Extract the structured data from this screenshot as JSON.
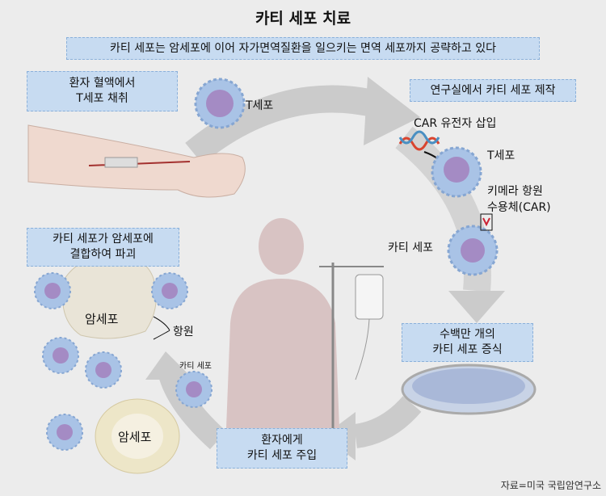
{
  "title": "카티 세포 치료",
  "subtitle": "카티 세포는 암세포에 이어 자가면역질환을 일으키는 면역 세포까지 공략하고 있다",
  "steps": {
    "collect": {
      "line1": "환자 혈액에서",
      "line2": "T세포 채취"
    },
    "lab": "연구실에서 카티 세포 제작",
    "expand": {
      "line1": "수백만 개의",
      "line2": "카티 세포 증식"
    },
    "infuse": {
      "line1": "환자에게",
      "line2": "카티 세포 주입"
    },
    "attack": {
      "line1": "카티 세포가 암세포에",
      "line2": "결합하여 파괴"
    }
  },
  "labels": {
    "t_cell": "T세포",
    "car_gene": "CAR 유전자 삽입",
    "t_cell2": "T세포",
    "car_receptor_1": "키메라 항원",
    "car_receptor_2": "수용체(CAR)",
    "car_t_cell": "카티 세포",
    "cancer_cell": "암세포",
    "antigen": "항원",
    "car_t_small": "카티 세포",
    "cancer_cell2": "암세포"
  },
  "source": "자료=미국 국립암연구소",
  "colors": {
    "box": "#c7dbf1",
    "arrow": "#c9c9c9",
    "cell": "#a9c3e6",
    "nucleus": "#a48bc4",
    "patient": "#d8c3c3"
  }
}
